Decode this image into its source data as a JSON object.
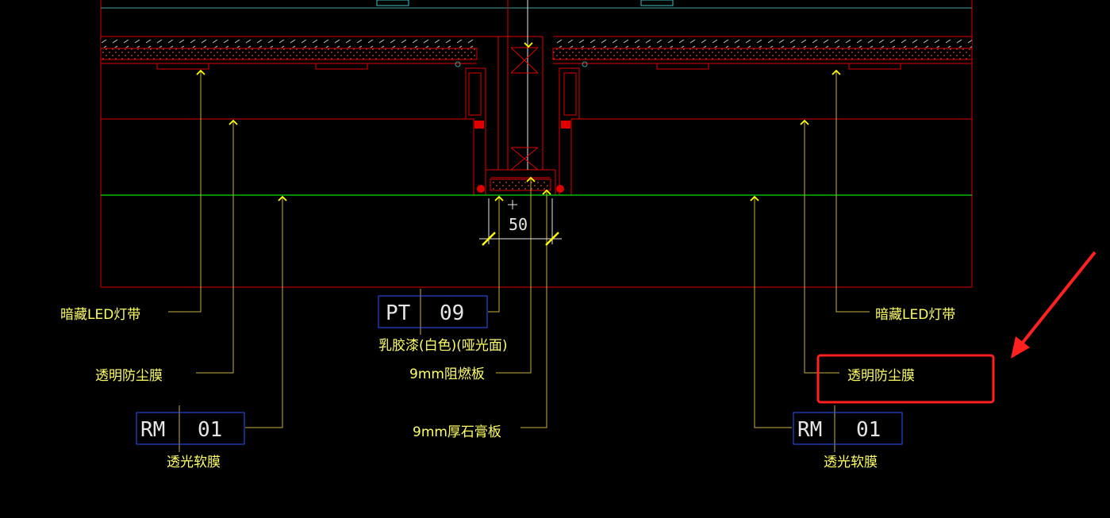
{
  "colors": {
    "background": "#000000",
    "outline": "#e00000",
    "leader": "#c8b040",
    "arrow": "#ffff00",
    "finish_line": "#00e000",
    "tag_border": "#2a55ff",
    "highlight": "#ff2020"
  },
  "labels": {
    "led_left": "暗藏LED灯带",
    "dust_left": "透明防尘膜",
    "rm_caption_left": "透光软膜",
    "pt_caption": "乳胶漆(白色)(哑光面)",
    "board_9mm": "9mm阻燃板",
    "gypsum_9mm": "9mm厚石膏板",
    "led_right": "暗藏LED灯带",
    "dust_right": "透明防尘膜",
    "rm_caption_right": "透光软膜"
  },
  "tags": {
    "rm_left": {
      "code": "RM",
      "number": "01"
    },
    "pt": {
      "code": "PT",
      "number": "09"
    },
    "rm_right": {
      "code": "RM",
      "number": "01"
    }
  },
  "dimension": {
    "value": "50"
  },
  "annotation": {
    "shape": "rectangle-and-arrow"
  }
}
